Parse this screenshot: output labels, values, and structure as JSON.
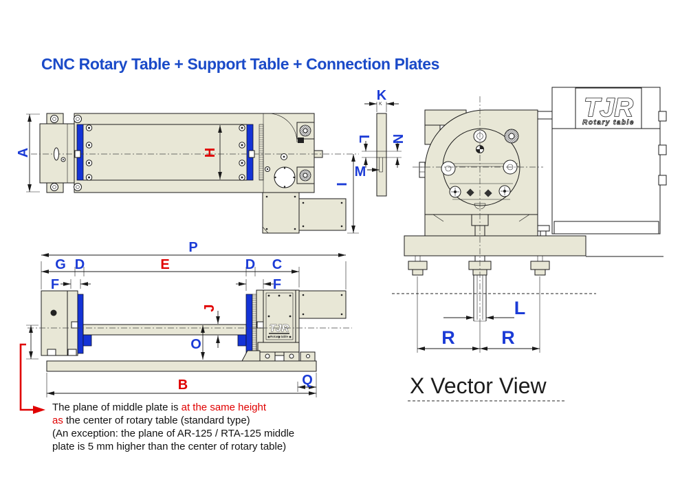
{
  "title": {
    "text": "CNC Rotary Table + Support Table + Connection Plates",
    "color": "#1a4ac8"
  },
  "colors": {
    "body_fill": "#e8e7d6",
    "connection_plate_blue": "#1433d6",
    "dim_label_blue": "#1b3bd6",
    "dim_label_red": "#e00000",
    "line": "#1a1a1a"
  },
  "logo": {
    "brand": "TJR",
    "subtitle": "Rotary table"
  },
  "top_view": {
    "labels": {
      "A": "A",
      "H": "H",
      "I": "I"
    }
  },
  "plate_view": {
    "labels": {
      "K": "K",
      "K_small": "K",
      "L": "L",
      "N": "N",
      "M": "M"
    }
  },
  "side_view": {
    "labels": {
      "P": "P",
      "G": "G",
      "D_left": "D",
      "E": "E",
      "D_right": "D",
      "C": "C",
      "F_left": "F",
      "F_right": "F",
      "J": "J",
      "O": "O",
      "B": "B",
      "Q": "Q"
    }
  },
  "vector_view": {
    "caption": "X Vector View",
    "labels": {
      "L": "L",
      "R_left": "R",
      "R_right": "R"
    }
  },
  "note": {
    "line1_black": "The plane of middle plate is ",
    "line1_red": "at the same height",
    "line2_red": "as",
    "line2_black": " the center of rotary table (standard type)",
    "line3": "(An exception: the plane of AR-125 / RTA-125 middle",
    "line4": "plate is 5 mm higher than the center of rotary table)"
  }
}
